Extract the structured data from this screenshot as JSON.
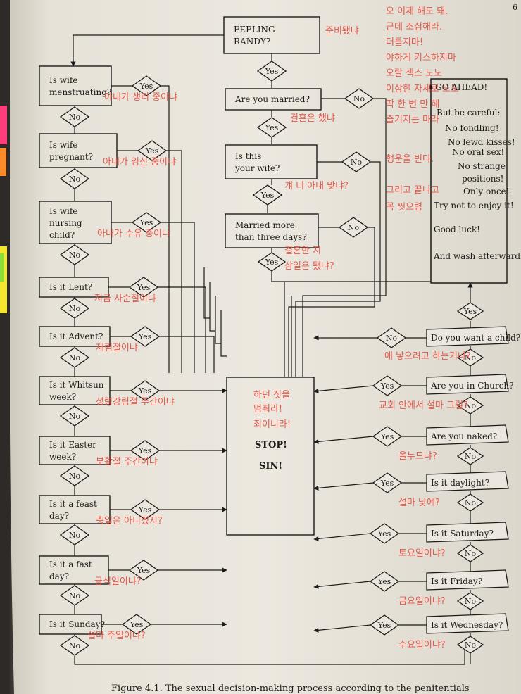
{
  "colors": {
    "paper": "#e9e5dc",
    "ink": "#1d1b19",
    "annotation": "#e8574a",
    "sticky_pink": "#ff3d7a",
    "sticky_orange": "#ff8a2a",
    "sticky_yellow": "#f4e52f",
    "sticky_green": "#8ddc3a"
  },
  "corner_mark": "6",
  "start": {
    "line1": "FEELING",
    "line2": "RANDY?"
  },
  "center_questions": [
    {
      "line1": "Are you married?",
      "line2": ""
    },
    {
      "line1": "Is this",
      "line2": "your wife?"
    },
    {
      "line1": "Married more",
      "line2": "than three days?"
    }
  ],
  "left_questions": [
    {
      "line1": "Is wife",
      "line2": "menstruating?",
      "line3": ""
    },
    {
      "line1": "Is wife",
      "line2": "pregnant?",
      "line3": ""
    },
    {
      "line1": "Is wife",
      "line2": "nursing",
      "line3": "child?"
    },
    {
      "line1": "Is it Lent?",
      "line2": "",
      "line3": ""
    },
    {
      "line1": "Is it Advent?",
      "line2": "",
      "line3": ""
    },
    {
      "line1": "Is it Whitsun",
      "line2": "week?",
      "line3": ""
    },
    {
      "line1": "Is it Easter",
      "line2": "week?",
      "line3": ""
    },
    {
      "line1": "Is it a feast",
      "line2": "day?",
      "line3": ""
    },
    {
      "line1": "Is it a fast",
      "line2": "day?",
      "line3": ""
    },
    {
      "line1": "Is it Sunday?",
      "line2": "",
      "line3": ""
    }
  ],
  "right_questions": [
    "Do you want a child?",
    "Are you in Church?",
    "Are you naked?",
    "Is it daylight?",
    "Is it Saturday?",
    "Is it Friday?",
    "Is it Wednesday?"
  ],
  "stop": {
    "korean1": "하던 짓을",
    "korean2": "멈춰라!",
    "korean3": "죄이니라!",
    "line1": "STOP!",
    "line2": "SIN!"
  },
  "go_ahead": {
    "title": "GO AHEAD!",
    "lines": [
      "But be careful:",
      "No fondling!",
      "No lewd kisses!",
      "No oral sex!",
      "No strange",
      "positions!",
      "Only once!",
      "Try not to enjoy it!",
      "Good luck!",
      "And wash afterwards"
    ]
  },
  "labels": {
    "yes": "Yes",
    "no": "No"
  },
  "korean_notes": {
    "feeling": "준비됐냐",
    "married": "결혼은 했냐",
    "wife": "걔 너 아내 맞냐?",
    "three_days_1": "결혼한 지",
    "three_days_2": "삼일은 됐냐?",
    "go_1": "오 이제 해도 돼.",
    "go_2": "근데 조심해라.",
    "go_3": "더듬지마!",
    "go_4": "야하게 키스하지마",
    "go_5": "오랄 섹스 노노",
    "go_6": "이상한 자세로 노노",
    "go_7": "딱 한 번 만 해",
    "go_8": "즐기지는 마라",
    "go_9": "행운을 빈다.",
    "go_10": "그리고 끝나고",
    "go_11": "꼭 씻으렴",
    "menstruating": "아내가 생리 중이냐",
    "pregnant": "아내가 임신 중이냐",
    "nursing": "아내가 수유 중이냐",
    "lent": "지금 사순절이냐",
    "advent": "재림절이냐",
    "whitsun": "성령강림절 주간이냐",
    "easter": "부활절 주간이냐",
    "feast": "축일은 아니겠지?",
    "fast": "금식일이냐?",
    "sunday": "설마 주일이냐?",
    "child": "애 낳으려고 하는거냐?",
    "church": "교회 안에서 설마 그럴?",
    "naked": "올누드냐?",
    "daylight": "설마 낮에?",
    "saturday": "토요일이냐?",
    "friday": "금요일이냐?",
    "wednesday": "수요일이냐?"
  },
  "caption": "Figure 4.1. The sexual decision-making process according to the penitentials"
}
